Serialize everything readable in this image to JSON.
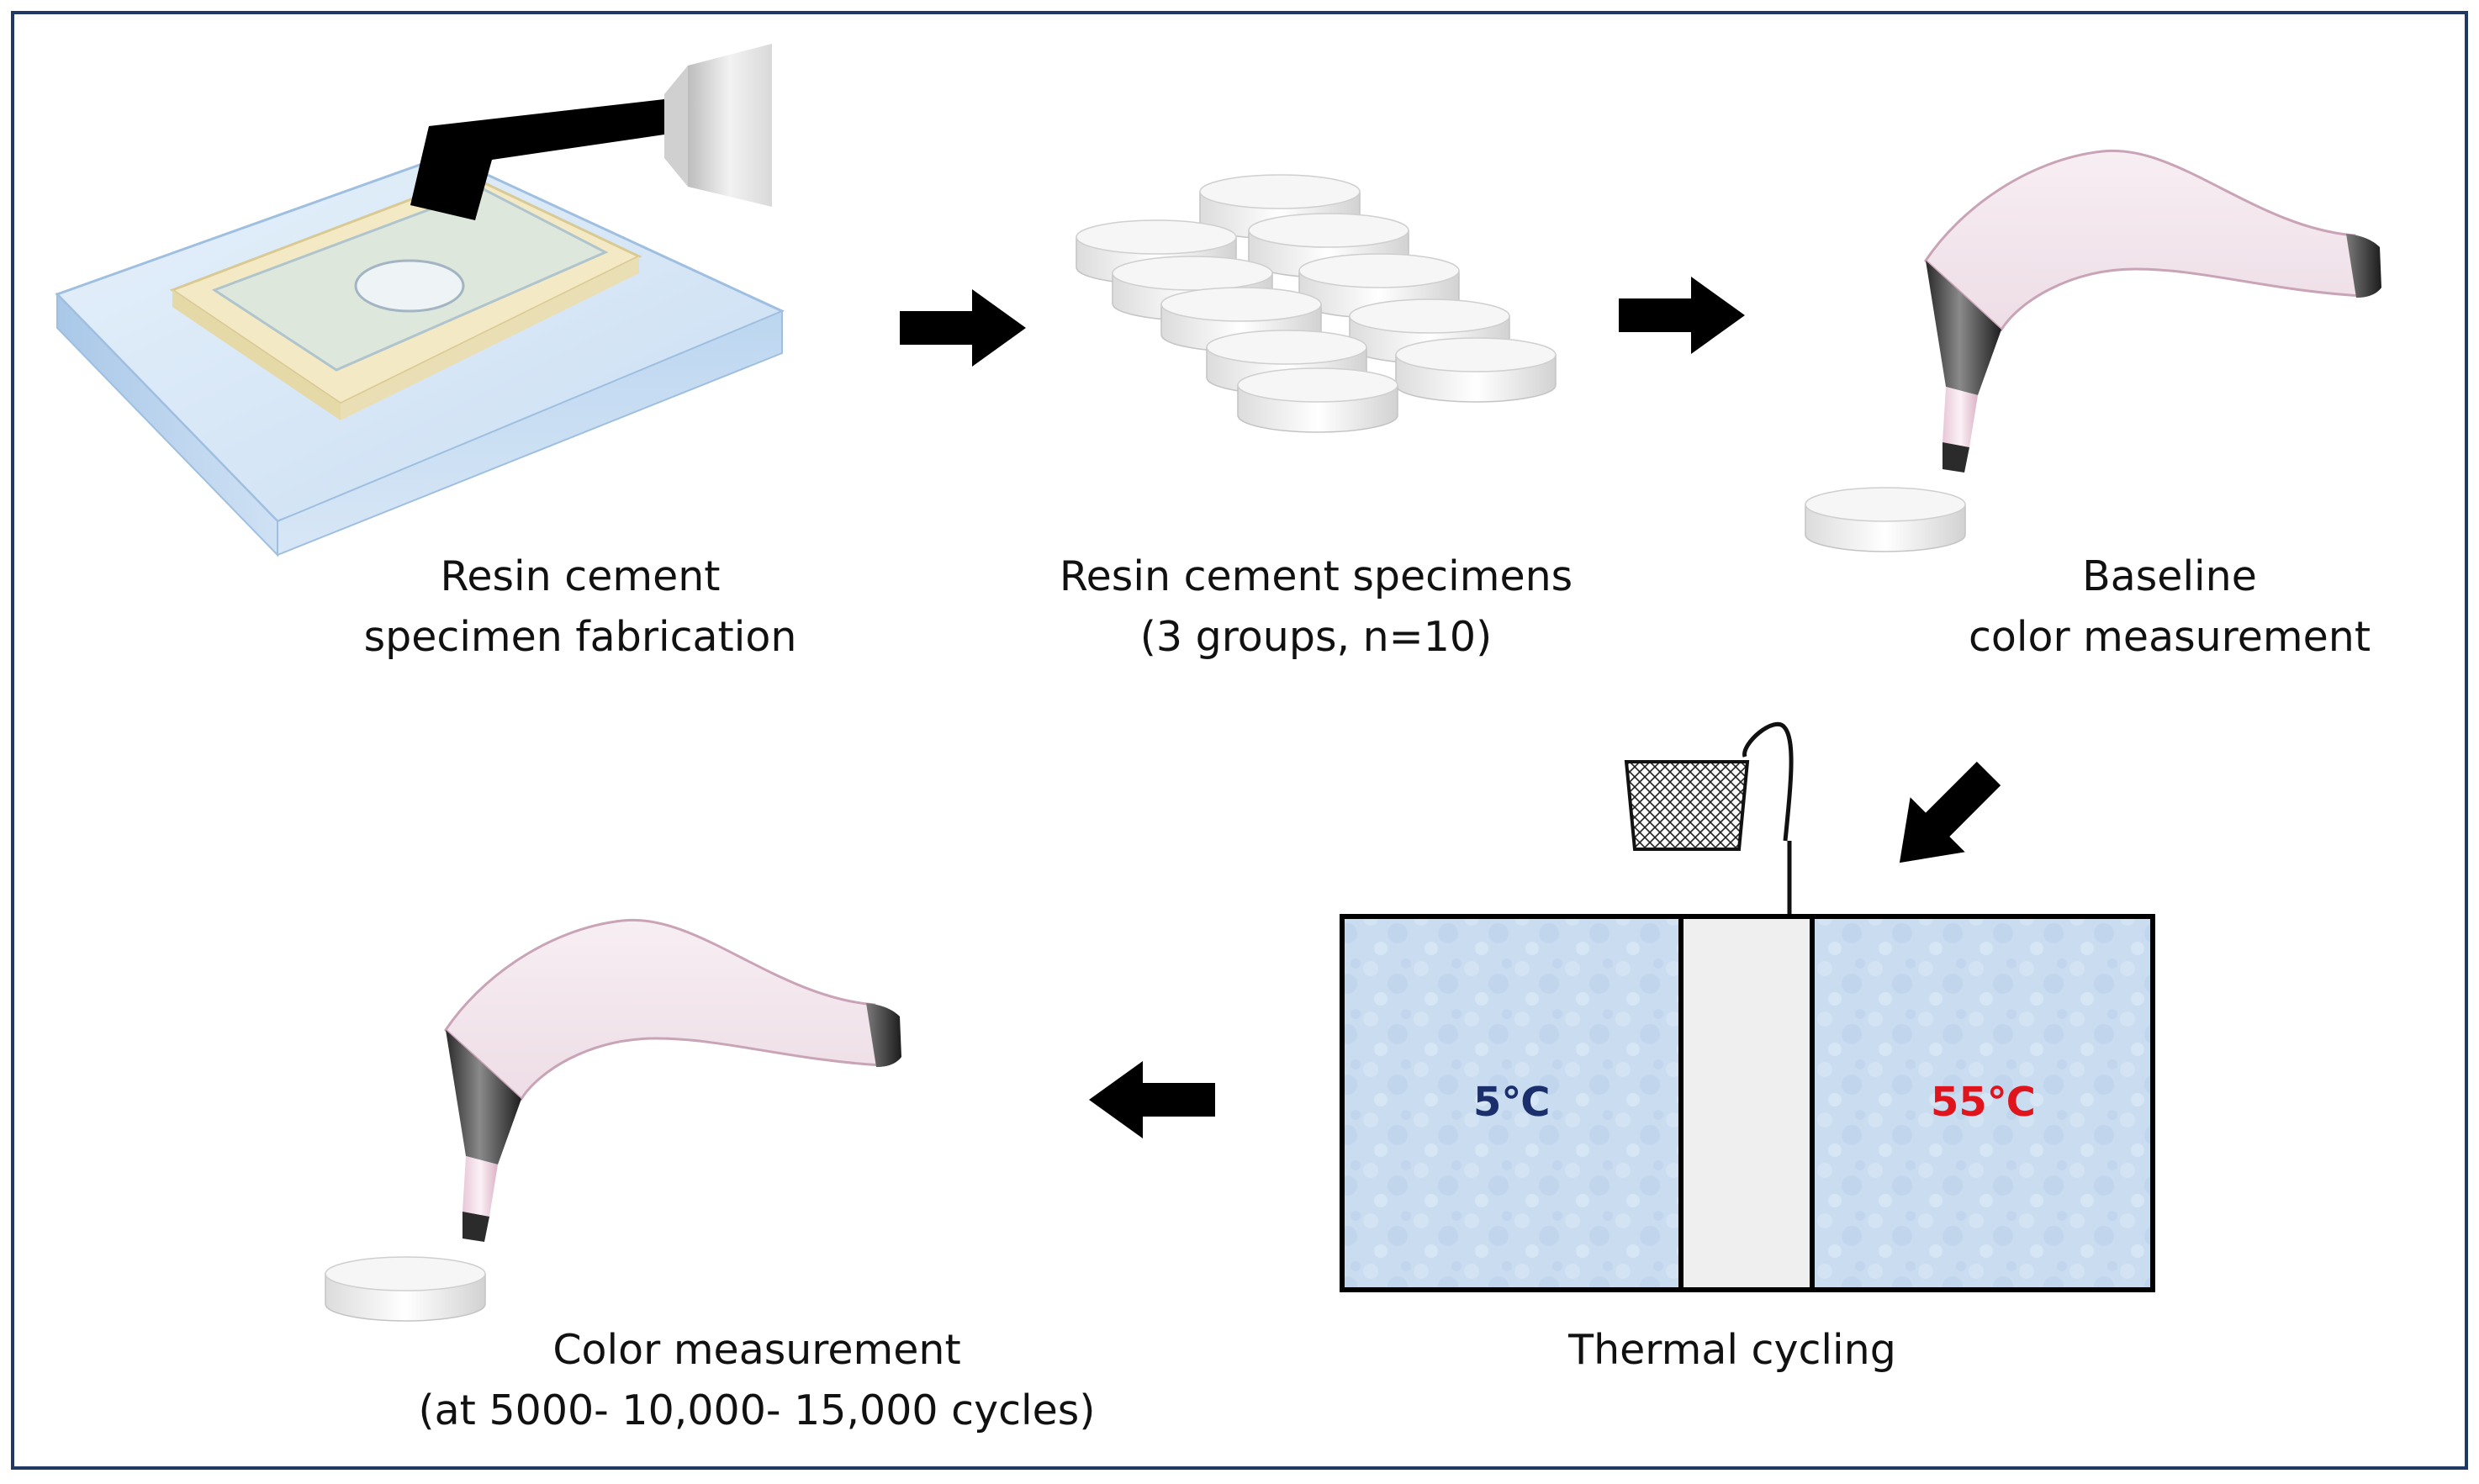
{
  "steps": {
    "fabrication": {
      "line1": "Resin cement",
      "line2": "specimen fabrication"
    },
    "specimens": {
      "line1": "Resin cement specimens",
      "line2": "(3 groups, n=10)"
    },
    "baseline": {
      "line1": "Baseline",
      "line2": "color measurement"
    },
    "thermal": {
      "line1": "Thermal cycling"
    },
    "final": {
      "line1": "Color measurement",
      "line2": "(at 5000- 10,000- 15,000 cycles)"
    }
  },
  "bath": {
    "cold_label": "5℃",
    "hot_label": "55℃",
    "cold_color": "#1a2f6b",
    "hot_color": "#e0141c",
    "water_color": "#c9dcf0"
  },
  "colors": {
    "frame": "#1f3864",
    "arrow": "#000000",
    "device_body": "#f3e8ef",
    "device_edge": "#b7899f",
    "disc": "#f0f0f0"
  },
  "icons": [
    "light-curing-unit-icon",
    "silicone-mold-icon",
    "specimen-disc-icon",
    "spectrophotometer-icon",
    "mesh-basket-icon",
    "arrow-icon"
  ]
}
